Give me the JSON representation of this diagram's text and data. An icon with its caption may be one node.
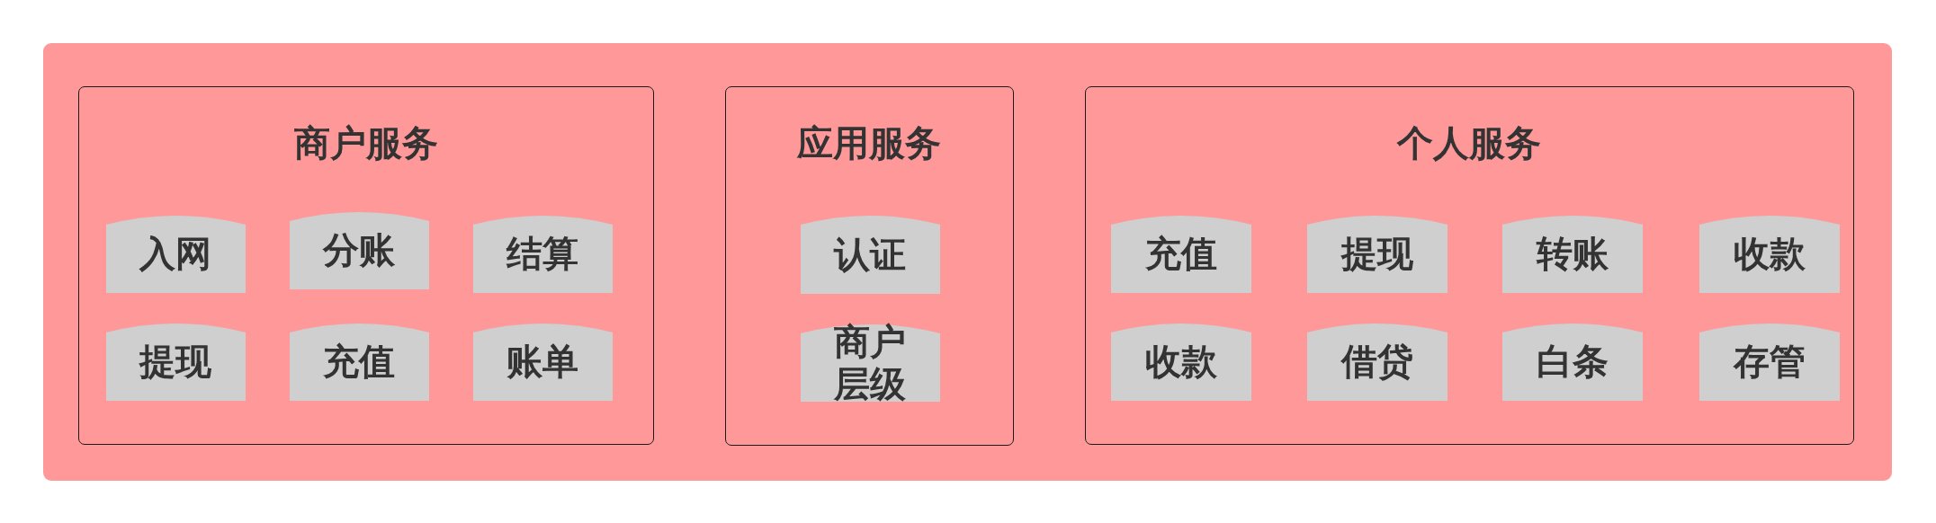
{
  "diagram": {
    "nodes": [
      {
        "text": [
          "商户服务"
        ]
      },
      {
        "text": [
          "入网"
        ],
        "in": 0
      },
      {
        "text": [
          "分账"
        ],
        "in": 0
      },
      {
        "text": [
          "结算"
        ],
        "in": 0
      },
      {
        "text": [
          "提现"
        ],
        "in": 0
      },
      {
        "text": [
          "充值"
        ],
        "in": 0
      },
      {
        "text": [
          "账单"
        ],
        "in": 0
      },
      {
        "text": [
          "应用服务"
        ]
      },
      {
        "text": [
          "认证"
        ],
        "in": 7
      },
      {
        "text": [
          "商户层级"
        ],
        "in": 7
      },
      {
        "text": [
          "个人服务"
        ]
      },
      {
        "text": [
          "充值"
        ],
        "in": 10
      },
      {
        "text": [
          "提现"
        ],
        "in": 10
      },
      {
        "text": [
          "转账"
        ],
        "in": 10
      },
      {
        "text": [
          "收款"
        ],
        "in": 10
      },
      {
        "text": [
          "收款"
        ],
        "in": 10
      },
      {
        "text": [
          "借贷"
        ],
        "in": 10
      },
      {
        "text": [
          "白条"
        ],
        "in": 10
      },
      {
        "text": [
          "存管"
        ],
        "in": 10
      }
    ]
  }
}
